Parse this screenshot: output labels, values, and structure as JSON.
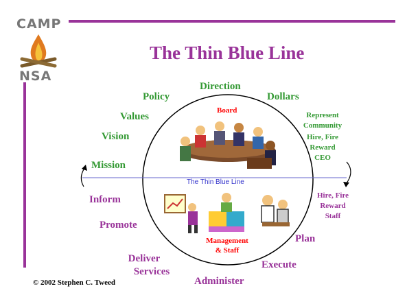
{
  "logo": {
    "top_text": "CAMP",
    "bottom_text": "NSA"
  },
  "title": "The Thin Blue Line",
  "line_label": "The Thin Blue Line",
  "top_labels": {
    "board": "Board",
    "direction": "Direction",
    "policy": "Policy",
    "dollars": "Dollars",
    "values": "Values",
    "vision": "Vision",
    "mission": "Mission",
    "represent": "Represent",
    "community": "Community",
    "hire_fire_reward": "Hire, Fire",
    "reward": "Reward",
    "ceo": "CEO"
  },
  "bottom_labels": {
    "management_line1": "Management",
    "management_line2": "& Staff",
    "inform": "Inform",
    "promote": "Promote",
    "deliver": "Deliver",
    "services": "Services",
    "administer": "Administer",
    "execute": "Execute",
    "plan": "Plan",
    "hire_fire": "Hire, Fire",
    "reward": "Reward",
    "staff": "Staff"
  },
  "copyright": "© 2002 Stephen C. Tweed",
  "colors": {
    "accent_bar": "#993399",
    "green_text": "#339933",
    "purple_text": "#993399",
    "red_text": "#ff0000",
    "thin_line": "#6666cc"
  }
}
